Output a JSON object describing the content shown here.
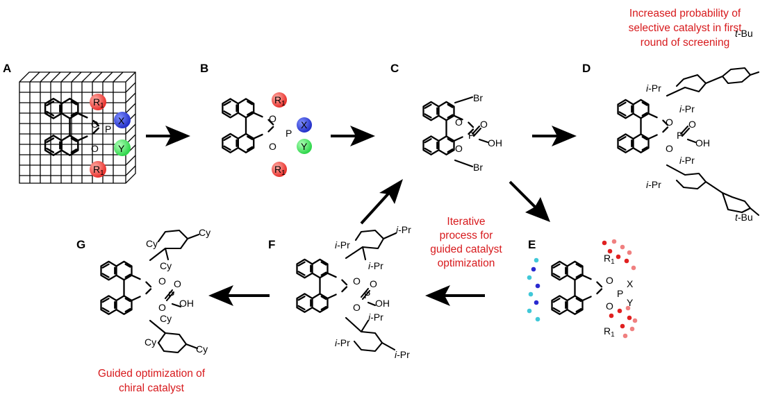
{
  "panels": {
    "A": "A",
    "B": "B",
    "C": "C",
    "D": "D",
    "E": "E",
    "F": "F",
    "G": "G"
  },
  "notes": {
    "top": [
      "Increased probability of",
      "selective catalyst in first",
      "round of screening"
    ],
    "middle": [
      "Iterative",
      "process for",
      "guided catalyst",
      "optimization"
    ],
    "bottom": [
      "Guided optimization of",
      "chiral catalyst"
    ]
  },
  "atoms": {
    "O": "O",
    "P": "P",
    "OH": "OH",
    "Br": "Br",
    "X": "X",
    "Y": "Y",
    "R1": "R1",
    "R1_main": "R",
    "R1_sub": "1",
    "iPr_i": "i",
    "iPr_rest": "-Pr",
    "tBu_t": "t",
    "tBu_rest": "-Bu",
    "Cy": "Cy"
  },
  "colors": {
    "red": "#d7191c",
    "blue": "#2222cc",
    "green": "#22cc22",
    "sphere_red": "#e8302c",
    "sphere_blue": "#2330c8",
    "sphere_green": "#2ed64a",
    "dot_cyan": "#40c8d8",
    "dot_blue": "#2a2ad0",
    "dot_red": "#e02020",
    "dot_pink": "#f08080"
  }
}
